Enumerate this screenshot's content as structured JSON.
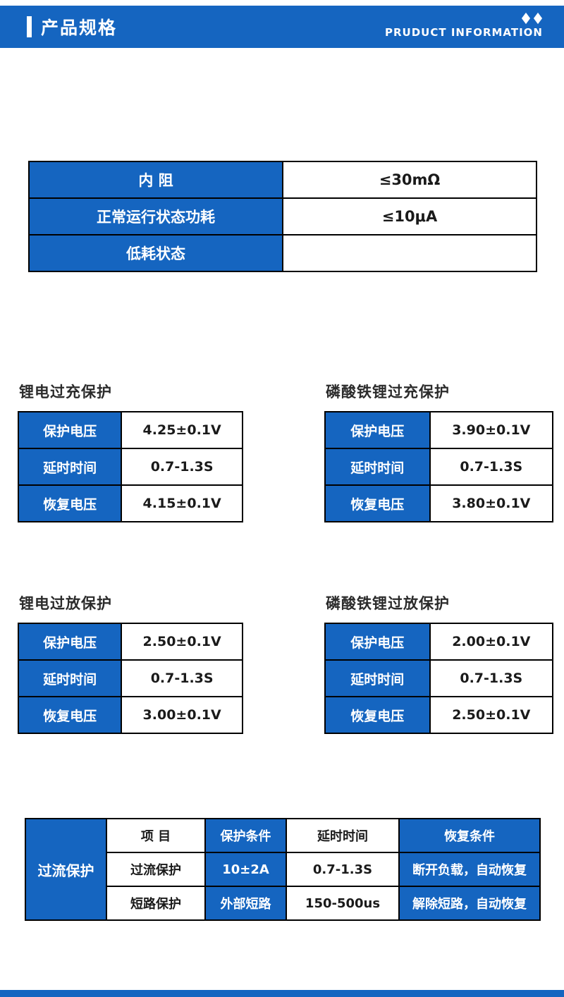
{
  "colors": {
    "accent": "#1565c0",
    "border": "#000000"
  },
  "header": {
    "title": "产品规格",
    "subtitle": "PRUDUCT INFORMATION"
  },
  "spec_table": {
    "rows": [
      {
        "label": "内  阻",
        "value": "≤30mΩ"
      },
      {
        "label": "正常运行状态功耗",
        "value": "≤10μA"
      },
      {
        "label": "低耗状态",
        "value": ""
      }
    ]
  },
  "protection_sections": [
    {
      "title": "锂电过充保护",
      "rows": [
        {
          "label": "保护电压",
          "value": "4.25±0.1V"
        },
        {
          "label": "延时时间",
          "value": "0.7-1.3S"
        },
        {
          "label": "恢复电压",
          "value": "4.15±0.1V"
        }
      ]
    },
    {
      "title": "磷酸铁锂过充保护",
      "rows": [
        {
          "label": "保护电压",
          "value": "3.90±0.1V"
        },
        {
          "label": "延时时间",
          "value": "0.7-1.3S"
        },
        {
          "label": "恢复电压",
          "value": "3.80±0.1V"
        }
      ]
    },
    {
      "title": "锂电过放保护",
      "rows": [
        {
          "label": "保护电压",
          "value": "2.50±0.1V"
        },
        {
          "label": "延时时间",
          "value": "0.7-1.3S"
        },
        {
          "label": "恢复电压",
          "value": "3.00±0.1V"
        }
      ]
    },
    {
      "title": "磷酸铁锂过放保护",
      "rows": [
        {
          "label": "保护电压",
          "value": "2.00±0.1V"
        },
        {
          "label": "延时时间",
          "value": "0.7-1.3S"
        },
        {
          "label": "恢复电压",
          "value": "2.50±0.1V"
        }
      ]
    }
  ],
  "overcurrent_table": {
    "group_label": "过流保护",
    "headers": [
      "项  目",
      "保护条件",
      "延时时间",
      "恢复条件"
    ],
    "rows": [
      {
        "item": "过流保护",
        "condition": "10±2A",
        "delay": "0.7-1.3S",
        "recovery": "断开负载，自动恢复"
      },
      {
        "item": "短路保护",
        "condition": "外部短路",
        "delay": "150-500us",
        "recovery": "解除短路，自动恢复"
      }
    ]
  }
}
